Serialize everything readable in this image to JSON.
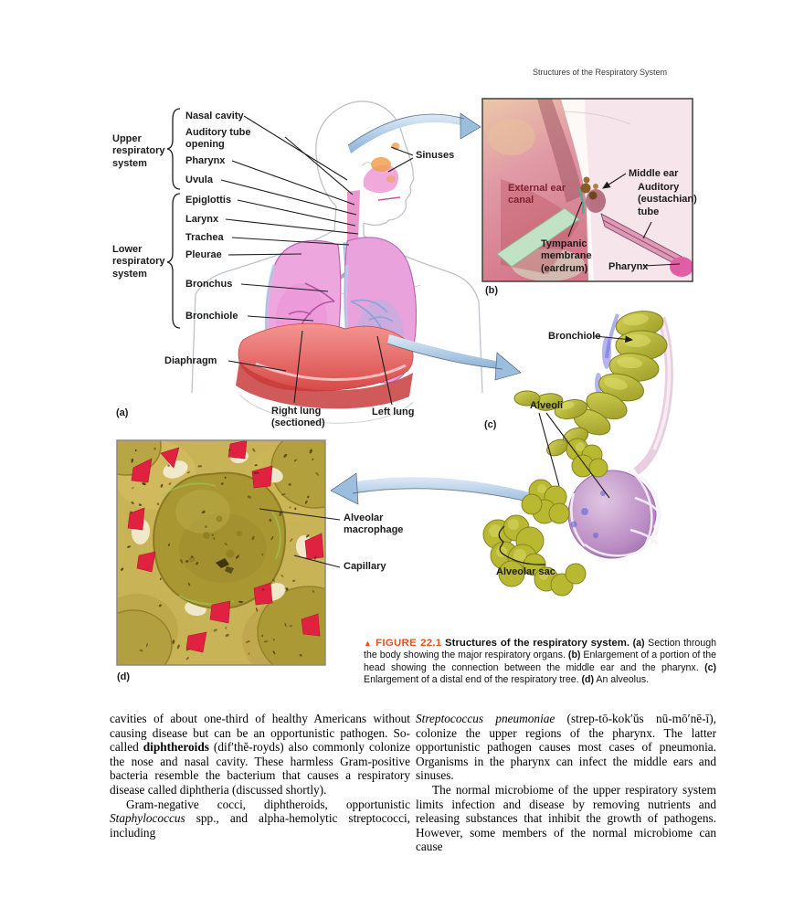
{
  "header": {
    "running_title": "Structures of the Respiratory System"
  },
  "panel_a": {
    "tag": "(a)",
    "upper_group_label": "Upper respiratory system",
    "lower_group_label": "Lower respiratory system",
    "labels": {
      "nasal_cavity": "Nasal cavity",
      "auditory_tube_opening": "Auditory tube opening",
      "pharynx": "Pharynx",
      "uvula": "Uvula",
      "epiglottis": "Epiglottis",
      "larynx": "Larynx",
      "trachea": "Trachea",
      "pleurae": "Pleurae",
      "bronchus": "Bronchus",
      "bronchiole": "Bronchiole",
      "diaphragm": "Diaphragm",
      "sinuses": "Sinuses",
      "right_lung": "Right lung (sectioned)",
      "left_lung": "Left lung"
    }
  },
  "panel_b": {
    "tag": "(b)",
    "labels": {
      "external_ear_canal": "External ear canal",
      "middle_ear": "Middle ear",
      "auditory_tube": "Auditory (eustachian) tube",
      "tympanic_membrane": "Tympanic membrane (eardrum)",
      "pharynx": "Pharynx"
    }
  },
  "panel_c": {
    "tag": "(c)",
    "labels": {
      "bronchiole": "Bronchiole",
      "alveoli": "Alveoli",
      "alveolar_sac": "Alveolar sac"
    }
  },
  "panel_d": {
    "tag": "(d)",
    "labels": {
      "alveolar_macrophage": "Alveolar macrophage",
      "capillary": "Capillary"
    }
  },
  "caption": {
    "marker": "▲",
    "figure_label": "FIGURE 22.1",
    "title": "Structures of the respiratory system.",
    "parts": [
      {
        "tag": "(a)",
        "text": "Section through the body showing the major respiratory organs."
      },
      {
        "tag": "(b)",
        "text": "Enlargement of a portion of the head showing the connection between the middle ear and the pharynx."
      },
      {
        "tag": "(c)",
        "text": "Enlargement of a distal end of the respiratory tree."
      },
      {
        "tag": "(d)",
        "text": "An alveolus."
      }
    ]
  },
  "body_text": {
    "left_column": [
      {
        "indent": false,
        "segments": [
          {
            "text": "cavities of about one-third of healthy Americans without causing disease but can be an opportunistic pathogen. So-called ",
            "style": "normal"
          },
          {
            "text": "diphtheroids",
            "style": "bold"
          },
          {
            "text": " (dif′thĕ-royds) also commonly colonize the nose and nasal cavity. These harmless Gram-positive bacteria resemble the bacterium that causes a respiratory disease called diphtheria (discussed shortly).",
            "style": "normal"
          }
        ]
      },
      {
        "indent": true,
        "segments": [
          {
            "text": "Gram-negative cocci, diphtheroids, opportunistic ",
            "style": "normal"
          },
          {
            "text": "Staphylococcus",
            "style": "italic"
          },
          {
            "text": " spp., and alpha-hemolytic streptococci, including",
            "style": "normal"
          }
        ]
      }
    ],
    "right_column": [
      {
        "indent": false,
        "segments": [
          {
            "text": "Streptococcus pneumoniae",
            "style": "italic"
          },
          {
            "text": " (strep-tō-kok′ŭs nū-mō′nē-ī), colonize the upper regions of the pharynx. The latter opportunistic pathogen causes most cases of pneumonia. Organisms in the pharynx can infect the middle ears and sinuses.",
            "style": "normal"
          }
        ]
      },
      {
        "indent": true,
        "segments": [
          {
            "text": "The normal microbiome of the upper respiratory system limits infection and disease by removing nutrients and releasing substances that inhibit the growth of pathogens. However, some members of the normal microbiome can cause",
            "style": "normal"
          }
        ]
      }
    ]
  },
  "colors": {
    "figure_label_orange": "#e8511c",
    "lung_pink": "#eda4dc",
    "diaphragm_red": "#d84a48",
    "arrow_blue": "#9cbede",
    "micrograph_khaki": "#c9b357",
    "capillary_red": "#e02240"
  }
}
